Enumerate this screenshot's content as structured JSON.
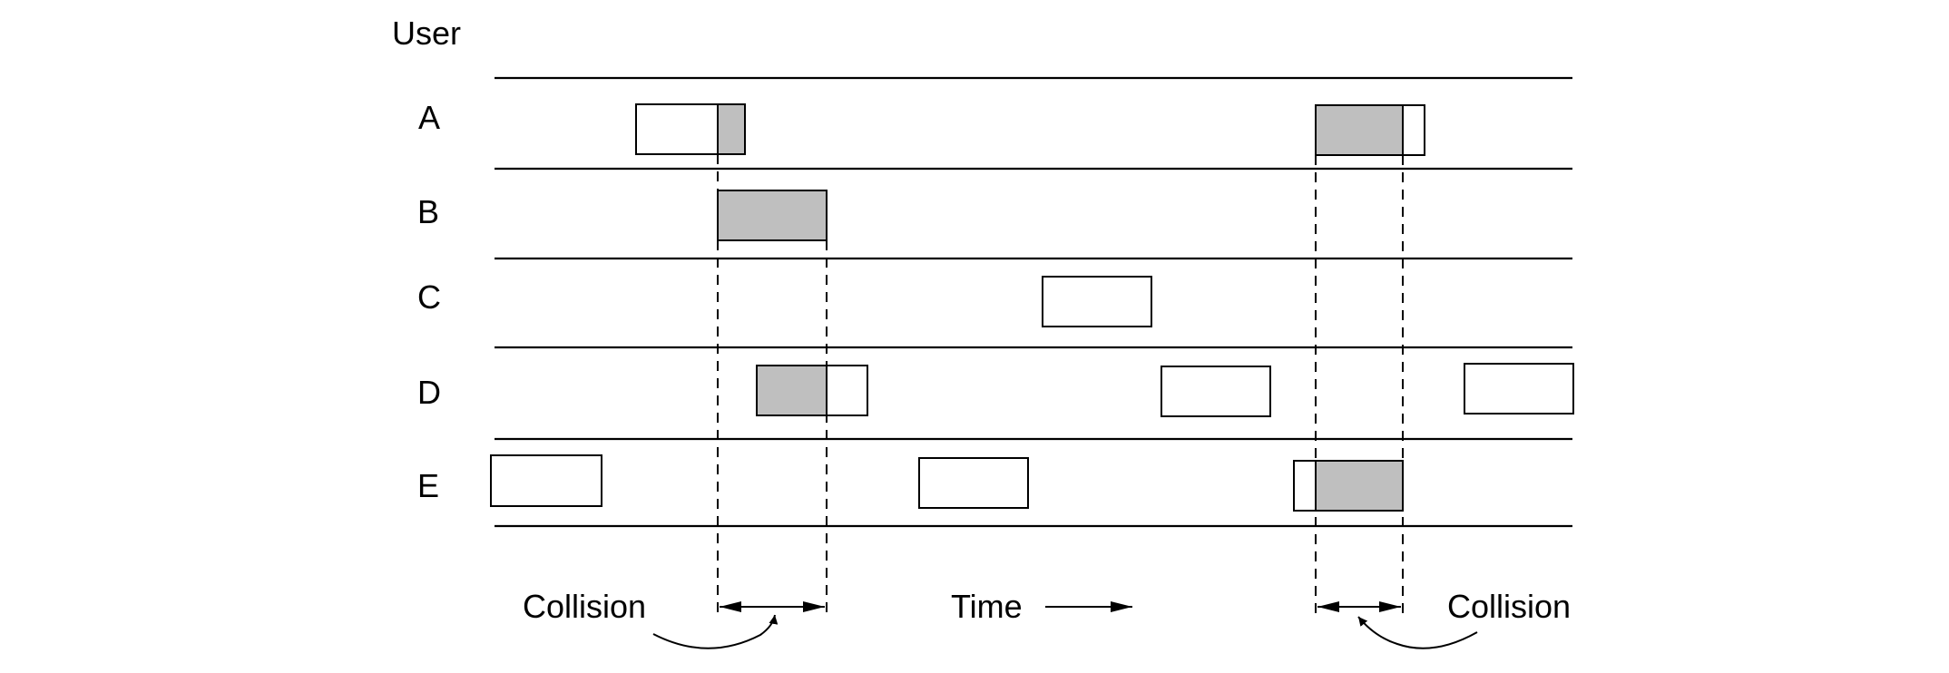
{
  "diagram": {
    "y_axis_label": "User",
    "users": [
      "A",
      "B",
      "C",
      "D",
      "E"
    ],
    "time_label": "Time",
    "collision_label_left": "Collision",
    "collision_label_right": "Collision",
    "colors": {
      "line": "#000000",
      "collided_fill": "#bfbfbf",
      "frame_fill": "#ffffff"
    }
  }
}
